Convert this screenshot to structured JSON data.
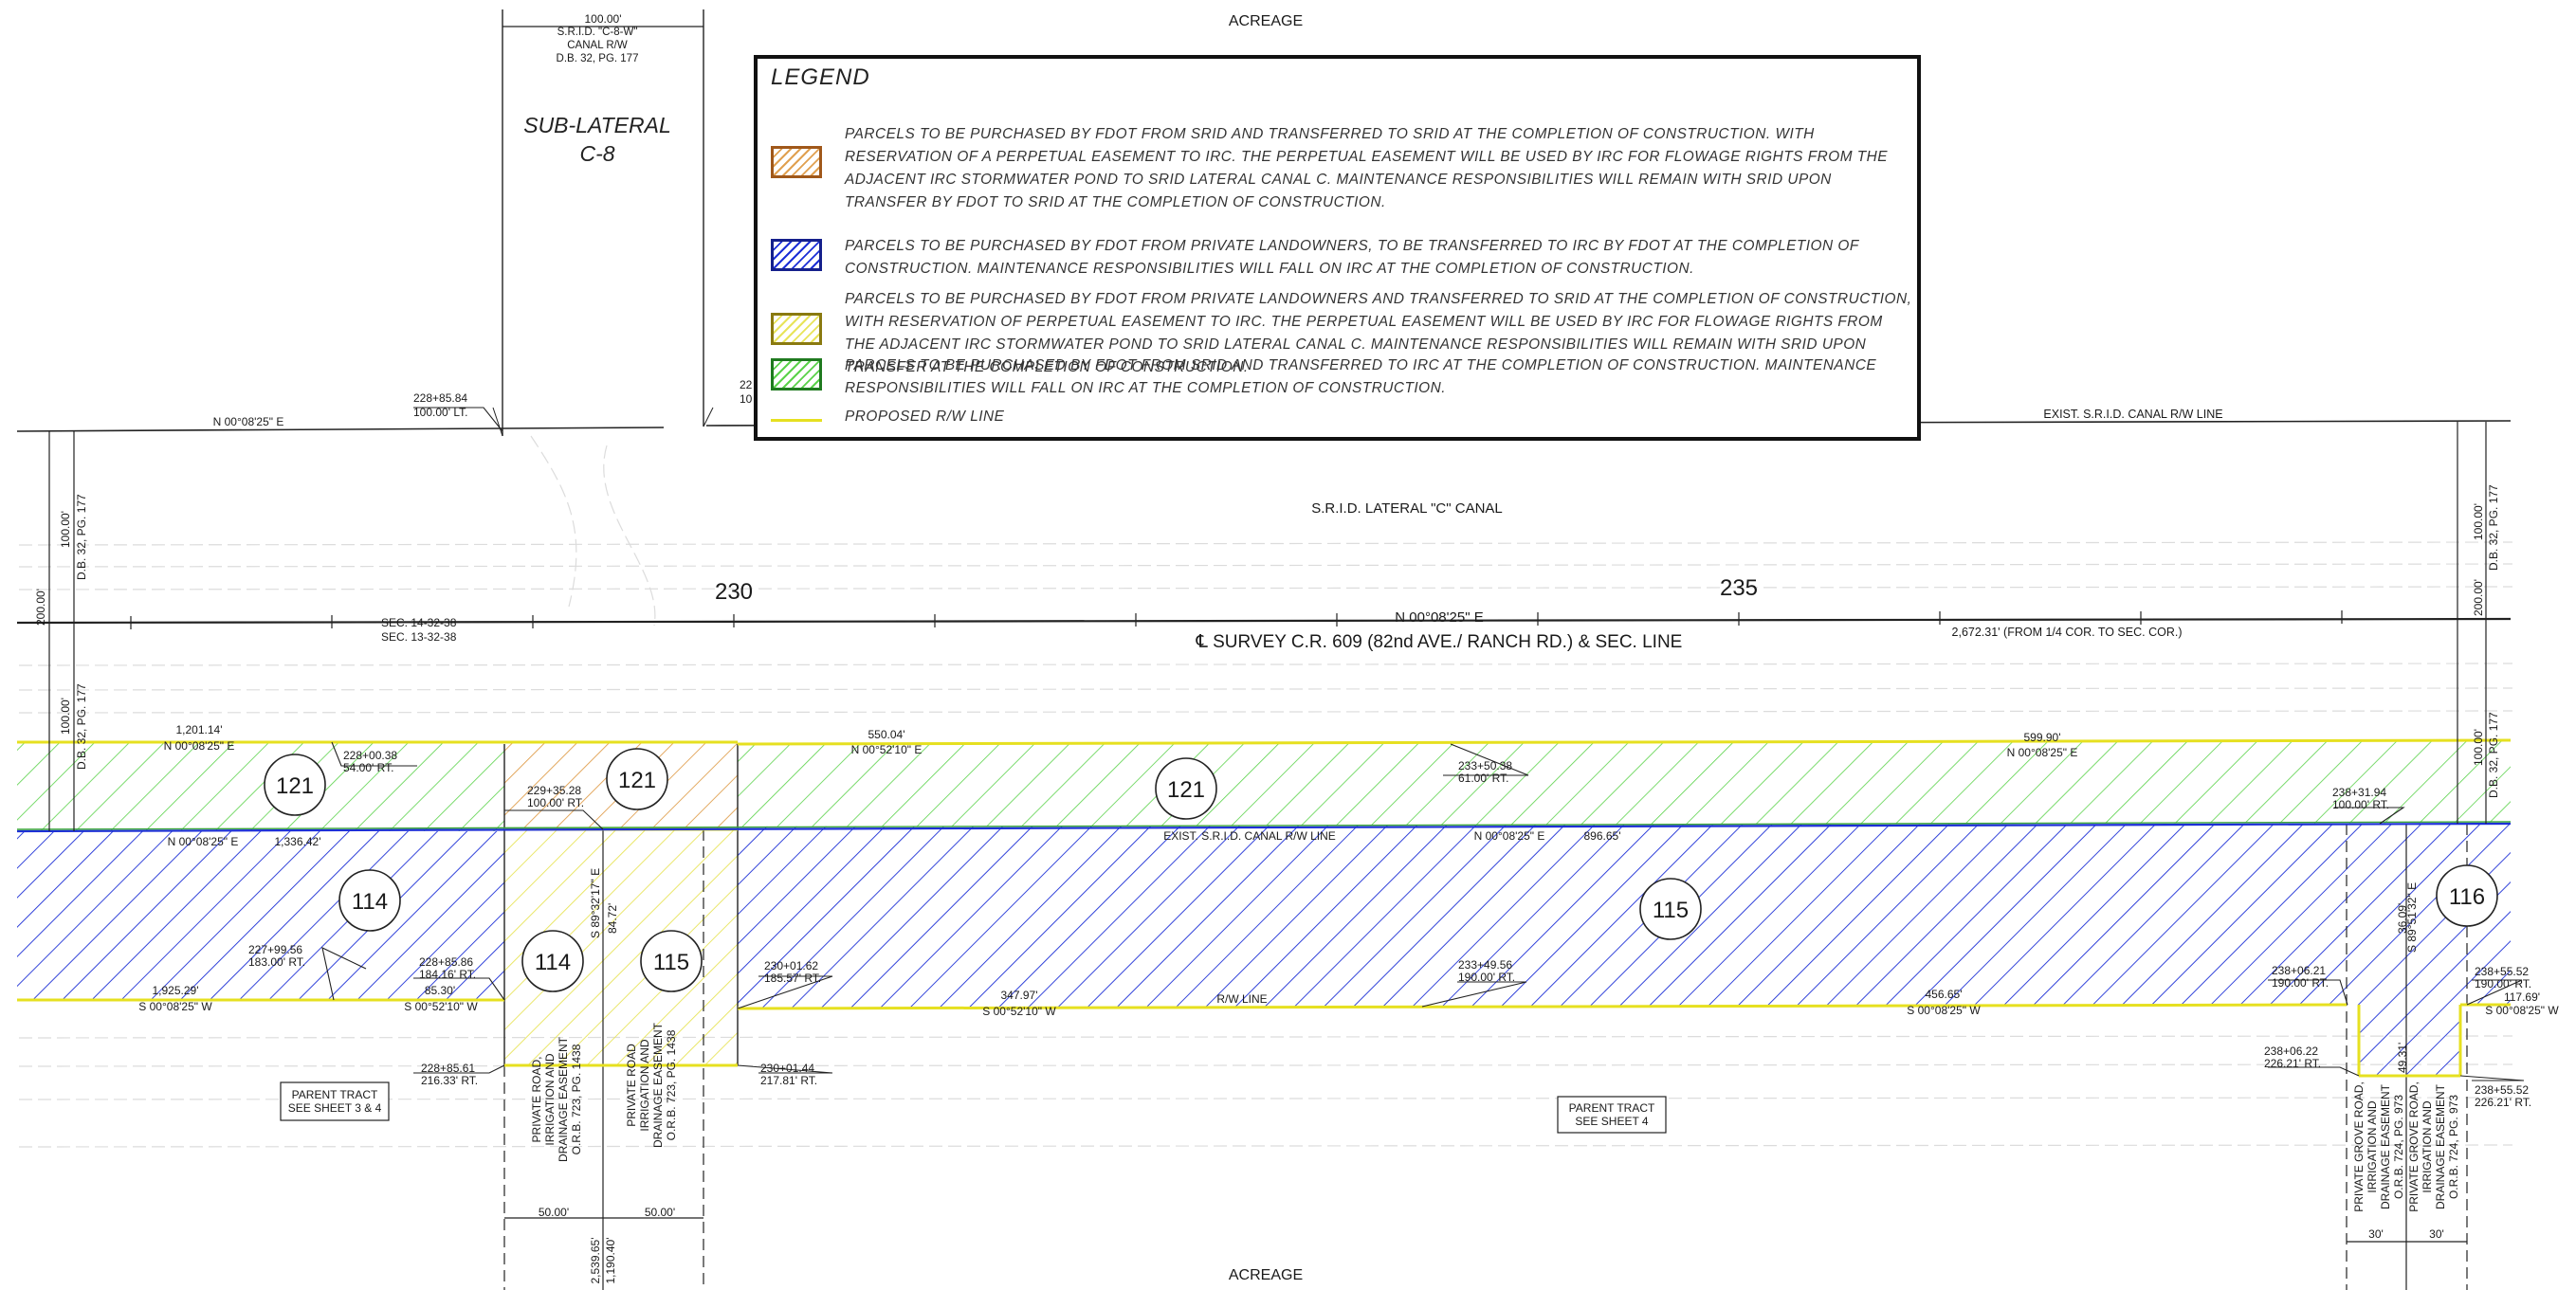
{
  "colors": {
    "green_hatch": "#5ad24a",
    "blue_hatch": "#1c2fd6",
    "orange_hatch": "#e0a050",
    "yellow_hatch": "#e8e45a",
    "rw_line": "#e6e020",
    "line": "#222222",
    "faint": "#d8d8d8"
  },
  "top_label": "ACREAGE",
  "bottom_label": "ACREAGE",
  "sub_lateral": {
    "line1": "SUB-LATERAL",
    "line2": "C-8",
    "dim": "100.00'",
    "note1": "S.R.I.D. \"C-8-W\"",
    "note2": "CANAL R/W",
    "note3": "D.B. 32, PG. 177"
  },
  "legend": {
    "title": "LEGEND",
    "items": [
      {
        "swatch": "orange",
        "text": "PARCELS TO BE PURCHASED BY FDOT FROM SRID AND TRANSFERRED TO SRID AT THE COMPLETION OF CONSTRUCTION. WITH RESERVATION OF A PERPETUAL EASEMENT TO IRC. THE PERPETUAL EASEMENT WILL BE USED BY IRC FOR FLOWAGE RIGHTS FROM THE ADJACENT IRC STORMWATER POND TO SRID LATERAL CANAL C. MAINTENANCE RESPONSIBILITIES WILL REMAIN WITH SRID UPON TRANSFER BY FDOT TO SRID AT THE COMPLETION OF CONSTRUCTION."
      },
      {
        "swatch": "blue",
        "text": "PARCELS TO BE PURCHASED BY FDOT FROM PRIVATE LANDOWNERS, TO BE TRANSFERRED TO IRC BY FDOT AT THE COMPLETION OF CONSTRUCTION. MAINTENANCE RESPONSIBILITIES WILL FALL ON IRC AT THE COMPLETION OF CONSTRUCTION."
      },
      {
        "swatch": "yellow",
        "text": "PARCELS TO BE PURCHASED BY FDOT FROM PRIVATE LANDOWNERS AND TRANSFERRED TO SRID AT THE COMPLETION OF CONSTRUCTION, WITH RESERVATION OF PERPETUAL EASEMENT TO IRC. THE PERPETUAL EASEMENT WILL BE USED BY IRC FOR FLOWAGE RIGHTS FROM THE ADJACENT IRC STORMWATER POND TO SRID LATERAL CANAL C. MAINTENANCE RESPONSIBILITIES WILL REMAIN WITH SRID UPON TRANSFER AT THE COMPLETION OF CONSTRUCTION."
      },
      {
        "swatch": "green",
        "text": "PARCELS TO BE PURCHASED BY FDOT FROM SRID AND TRANSFERRED TO IRC AT THE COMPLETION OF CONSTRUCTION. MAINTENANCE RESPONSIBILITIES WILL FALL ON IRC AT THE COMPLETION OF CONSTRUCTION."
      },
      {
        "swatch": "line",
        "text": "PROPOSED R/W LINE"
      }
    ]
  },
  "canal": {
    "name": "S.R.I.D. LATERAL \"C\" CANAL",
    "exist_rw": "EXIST. S.R.I.D. CANAL R/W LINE"
  },
  "survey": {
    "centerline": "℄ SURVEY C.R. 609 (82nd AVE./ RANCH RD.) & SEC. LINE",
    "bearing": "N 00°08'25\" E",
    "dist_note": "2,672.31'   (FROM 1/4 COR. TO SEC. COR.)",
    "sec_top": "SEC. 14-32-38",
    "sec_bot": "SEC. 13-32-38",
    "stations": [
      "230",
      "235"
    ]
  },
  "left_dims": {
    "total": "200.00'",
    "upper": "100.00'",
    "upper_ref": "D.B. 32, PG. 177",
    "lower": "100.00'",
    "lower_ref": "D.B. 32, PG. 177"
  },
  "right_dims": {
    "total": "200.00'",
    "upper": "100.00'",
    "upper_ref": "D.B. 32, PG. 177",
    "lower": "100.00'",
    "lower_ref": "D.B. 32, PG. 177"
  },
  "parcels": [
    "121",
    "121",
    "121",
    "114",
    "114",
    "115",
    "115",
    "116"
  ],
  "annotations": {
    "a1": "228+85.84",
    "a1b": "100.00' LT.",
    "a2": "N 00°08'25\" E",
    "a3": "1,201.14'",
    "a4": "N 00°08'25\" E",
    "a5": "228+00.38",
    "a5b": "54.00' RT.",
    "a6": "229+35.28",
    "a6b": "100.00' RT.",
    "a7": "550.04'",
    "a8": "N 00°52'10\" E",
    "a9": "233+50.38",
    "a9b": "61.00' RT.",
    "a10": "599.90'",
    "a11": "N 00°08'25\" E",
    "a12": "238+31.94",
    "a12b": "100.00' RT.",
    "a13": "N 00°08'25\" E",
    "a14": "1,336.42'",
    "a15": "EXIST. S.R.I.D. CANAL R/W LINE",
    "a16": "N 00°08'25\" E",
    "a17": "896.65'",
    "a18": "S 89°32'17\" E",
    "a19": "84.72'",
    "a20": "227+99.56",
    "a20b": "183.00' RT.",
    "a21": "228+85.86",
    "a21b": "184.16' RT.",
    "a22": "85.30'",
    "a23": "1,925.29'",
    "a24": "S 00°08'25\" W",
    "a25": "S 00°52'10\" W",
    "a26": "230+01.62",
    "a26b": "185.57' RT.",
    "a27": "347.97'",
    "a28": "S 00°52'10\" W",
    "a29": "R/W LINE",
    "a30": "233+49.56",
    "a30b": "190.00' RT.",
    "a31": "456.65'",
    "a32": "S 00°08'25\" W",
    "a33": "238+06.21",
    "a33b": "190.00' RT.",
    "a34": "238+55.52",
    "a34b": "190.00' RT.",
    "a35": "117.69'",
    "a36": "S 00°08'25\" W",
    "a37": "228+85.61",
    "a37b": "216.33' RT.",
    "a38": "230+01.44",
    "a38b": "217.81' RT.",
    "a39": "238+06.22",
    "a39b": "226.21' RT.",
    "a40": "238+55.52",
    "a40b": "226.21' RT.",
    "a41": "36.09'",
    "a42": "S 89°51'32\" E",
    "a43": "49.31'",
    "a44": "22",
    "a45": "10"
  },
  "tracts": [
    {
      "l1": "PARENT TRACT",
      "l2": "SEE SHEET 3 & 4"
    },
    {
      "l1": "PARENT TRACT",
      "l2": "SEE SHEET 4"
    }
  ],
  "easements": {
    "e1": [
      "PRIVATE ROAD,",
      "IRRIGATION AND",
      "DRAINAGE EASEMENT",
      "O.R.B. 723, PG. 1438"
    ],
    "e2": [
      "PRIVATE ROAD",
      "IRRIGATION AND",
      "DRAINAGE EASEMENT",
      "O.R.B. 723, PG. 1438"
    ],
    "e3": [
      "PRIVATE GROVE ROAD,",
      "IRRIGATION AND",
      "DRAINAGE EASEMENT",
      "O.R.B. 724, PG. 973"
    ],
    "e4": [
      "PRIVATE GROVE ROAD,",
      "IRRIGATION AND",
      "DRAINAGE EASEMENT",
      "O.R.B. 724, PG. 973"
    ],
    "w1": "50.00'",
    "w2": "50.00'",
    "w3": "30'",
    "w4": "30'",
    "d1": "2,539.65'",
    "d2": "1,190.40'"
  }
}
